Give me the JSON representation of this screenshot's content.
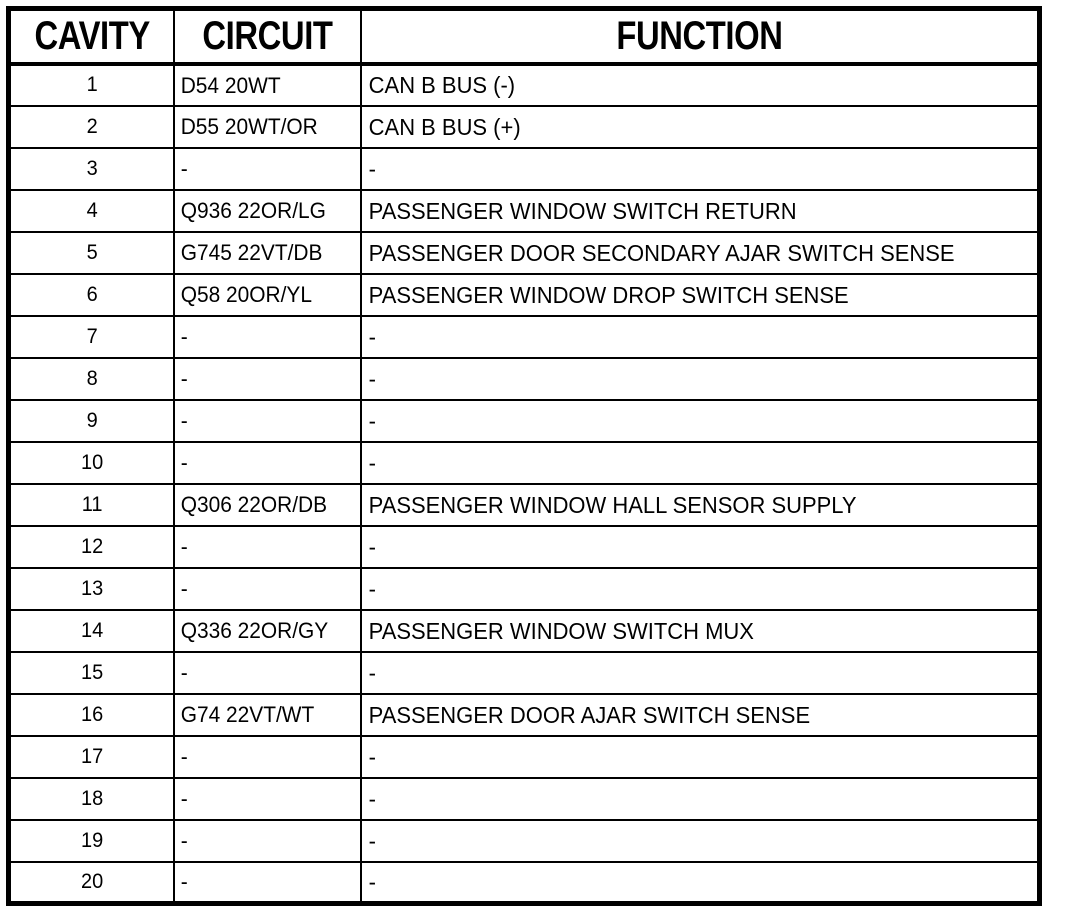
{
  "document": {
    "kind": "connector-pinout-table",
    "colors": {
      "background": "#ffffff",
      "text": "#000000",
      "border": "#000000"
    }
  },
  "table": {
    "columns": [
      {
        "key": "cavity",
        "label": "CAVITY"
      },
      {
        "key": "circuit",
        "label": "CIRCUIT"
      },
      {
        "key": "function",
        "label": "FUNCTION"
      }
    ],
    "rows": [
      {
        "cavity": "1",
        "circuit": "D54 20WT",
        "function": "CAN B BUS (-)"
      },
      {
        "cavity": "2",
        "circuit": "D55 20WT/OR",
        "function": "CAN B BUS (+)"
      },
      {
        "cavity": "3",
        "circuit": "-",
        "function": "-"
      },
      {
        "cavity": "4",
        "circuit": "Q936 22OR/LG",
        "function": "PASSENGER WINDOW SWITCH RETURN"
      },
      {
        "cavity": "5",
        "circuit": "G745 22VT/DB",
        "function": "PASSENGER DOOR SECONDARY AJAR SWITCH SENSE"
      },
      {
        "cavity": "6",
        "circuit": "Q58 20OR/YL",
        "function": "PASSENGER WINDOW DROP SWITCH SENSE"
      },
      {
        "cavity": "7",
        "circuit": "-",
        "function": "-"
      },
      {
        "cavity": "8",
        "circuit": "-",
        "function": "-"
      },
      {
        "cavity": "9",
        "circuit": "-",
        "function": "-"
      },
      {
        "cavity": "10",
        "circuit": "-",
        "function": "-"
      },
      {
        "cavity": "11",
        "circuit": "Q306 22OR/DB",
        "function": "PASSENGER WINDOW HALL SENSOR SUPPLY"
      },
      {
        "cavity": "12",
        "circuit": "-",
        "function": "-"
      },
      {
        "cavity": "13",
        "circuit": "-",
        "function": "-"
      },
      {
        "cavity": "14",
        "circuit": "Q336 22OR/GY",
        "function": "PASSENGER WINDOW SWITCH MUX"
      },
      {
        "cavity": "15",
        "circuit": "-",
        "function": "-"
      },
      {
        "cavity": "16",
        "circuit": "G74 22VT/WT",
        "function": "PASSENGER DOOR AJAR SWITCH SENSE"
      },
      {
        "cavity": "17",
        "circuit": "-",
        "function": "-"
      },
      {
        "cavity": "18",
        "circuit": "-",
        "function": "-"
      },
      {
        "cavity": "19",
        "circuit": "-",
        "function": "-"
      },
      {
        "cavity": "20",
        "circuit": "-",
        "function": "-"
      }
    ]
  }
}
